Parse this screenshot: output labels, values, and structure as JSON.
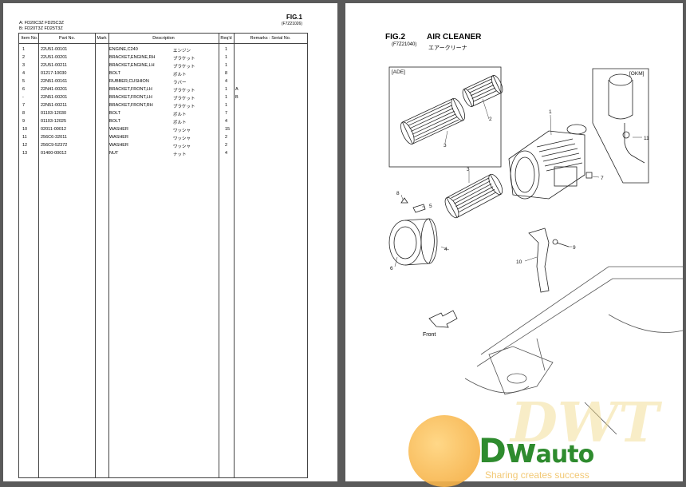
{
  "fig1": {
    "title": "FIG.1",
    "code": "(F7Z21026)",
    "model_a": "A: FD20C3Z  FD25C3Z",
    "model_b": "B: FD20T3Z  FD25T3Z",
    "headers": [
      "Item No.",
      "Part No.",
      "Mark",
      "Description",
      "Req'd",
      "Remarks : Serial No."
    ],
    "rows": [
      {
        "item": "1",
        "part": "22U51-00101",
        "desc": "ENGINE,C240",
        "jp": "エンジン",
        "qty": "1",
        "remark": ""
      },
      {
        "item": "2",
        "part": "22U51-00201",
        "desc": "BRACKET,ENGINE,RH",
        "jp": "ブラケット",
        "qty": "1",
        "remark": ""
      },
      {
        "item": "3",
        "part": "22U51-00211",
        "desc": "BRACKET,ENGINE,LH",
        "jp": "ブラケット",
        "qty": "1",
        "remark": ""
      },
      {
        "item": "4",
        "part": "01217-10030",
        "desc": "BOLT",
        "jp": "ボルト",
        "qty": "8",
        "remark": ""
      },
      {
        "item": "5",
        "part": "22N51-00161",
        "desc": "RUBBER,CUSHION",
        "jp": "ラバー",
        "qty": "4",
        "remark": ""
      },
      {
        "item": "6",
        "part": "22N41-00201",
        "desc": "BRACKET,FRONT,LH",
        "jp": "ブラケット",
        "qty": "1",
        "remark": "A"
      },
      {
        "item": "-",
        "part": "22N51-00201",
        "desc": "BRACKET,FRONT,LH",
        "jp": "ブラケット",
        "qty": "1",
        "remark": "B"
      },
      {
        "item": "7",
        "part": "22N51-00211",
        "desc": "BRACKET,FRONT,RH",
        "jp": "ブラケット",
        "qty": "1",
        "remark": ""
      },
      {
        "item": "8",
        "part": "01103-12030",
        "desc": "BOLT",
        "jp": "ボルト",
        "qty": "7",
        "remark": ""
      },
      {
        "item": "9",
        "part": "01103-12025",
        "desc": "BOLT",
        "jp": "ボルト",
        "qty": "4",
        "remark": ""
      },
      {
        "item": "10",
        "part": "02011-00012",
        "desc": "WASHER",
        "jp": "ワッシャ",
        "qty": "15",
        "remark": ""
      },
      {
        "item": "11",
        "part": "256C6-32011",
        "desc": "WASHER",
        "jp": "ワッシャ",
        "qty": "2",
        "remark": ""
      },
      {
        "item": "12",
        "part": "256C9-52372",
        "desc": "WASHER",
        "jp": "ワッシャ",
        "qty": "2",
        "remark": ""
      },
      {
        "item": "13",
        "part": "01400-00012",
        "desc": "NUT",
        "jp": "ナット",
        "qty": "4",
        "remark": ""
      }
    ]
  },
  "fig2": {
    "title": "FIG.2",
    "name": "AIR CLEANER",
    "code": "(F7Z21040)",
    "name_jp": "エアークリーナ",
    "inset_left": "[ADE]",
    "inset_right": "[OKM]",
    "front_label": "Front",
    "callouts": [
      "1",
      "2",
      "3",
      "3",
      "4",
      "5",
      "6",
      "7",
      "8",
      "9",
      "10",
      "11"
    ]
  },
  "watermark": {
    "brand_main": "Dw",
    "brand_auto": "auto",
    "tagline": "Sharing creates success",
    "colors": {
      "green": "#2e8b2e",
      "orange": "#f3a533"
    }
  }
}
